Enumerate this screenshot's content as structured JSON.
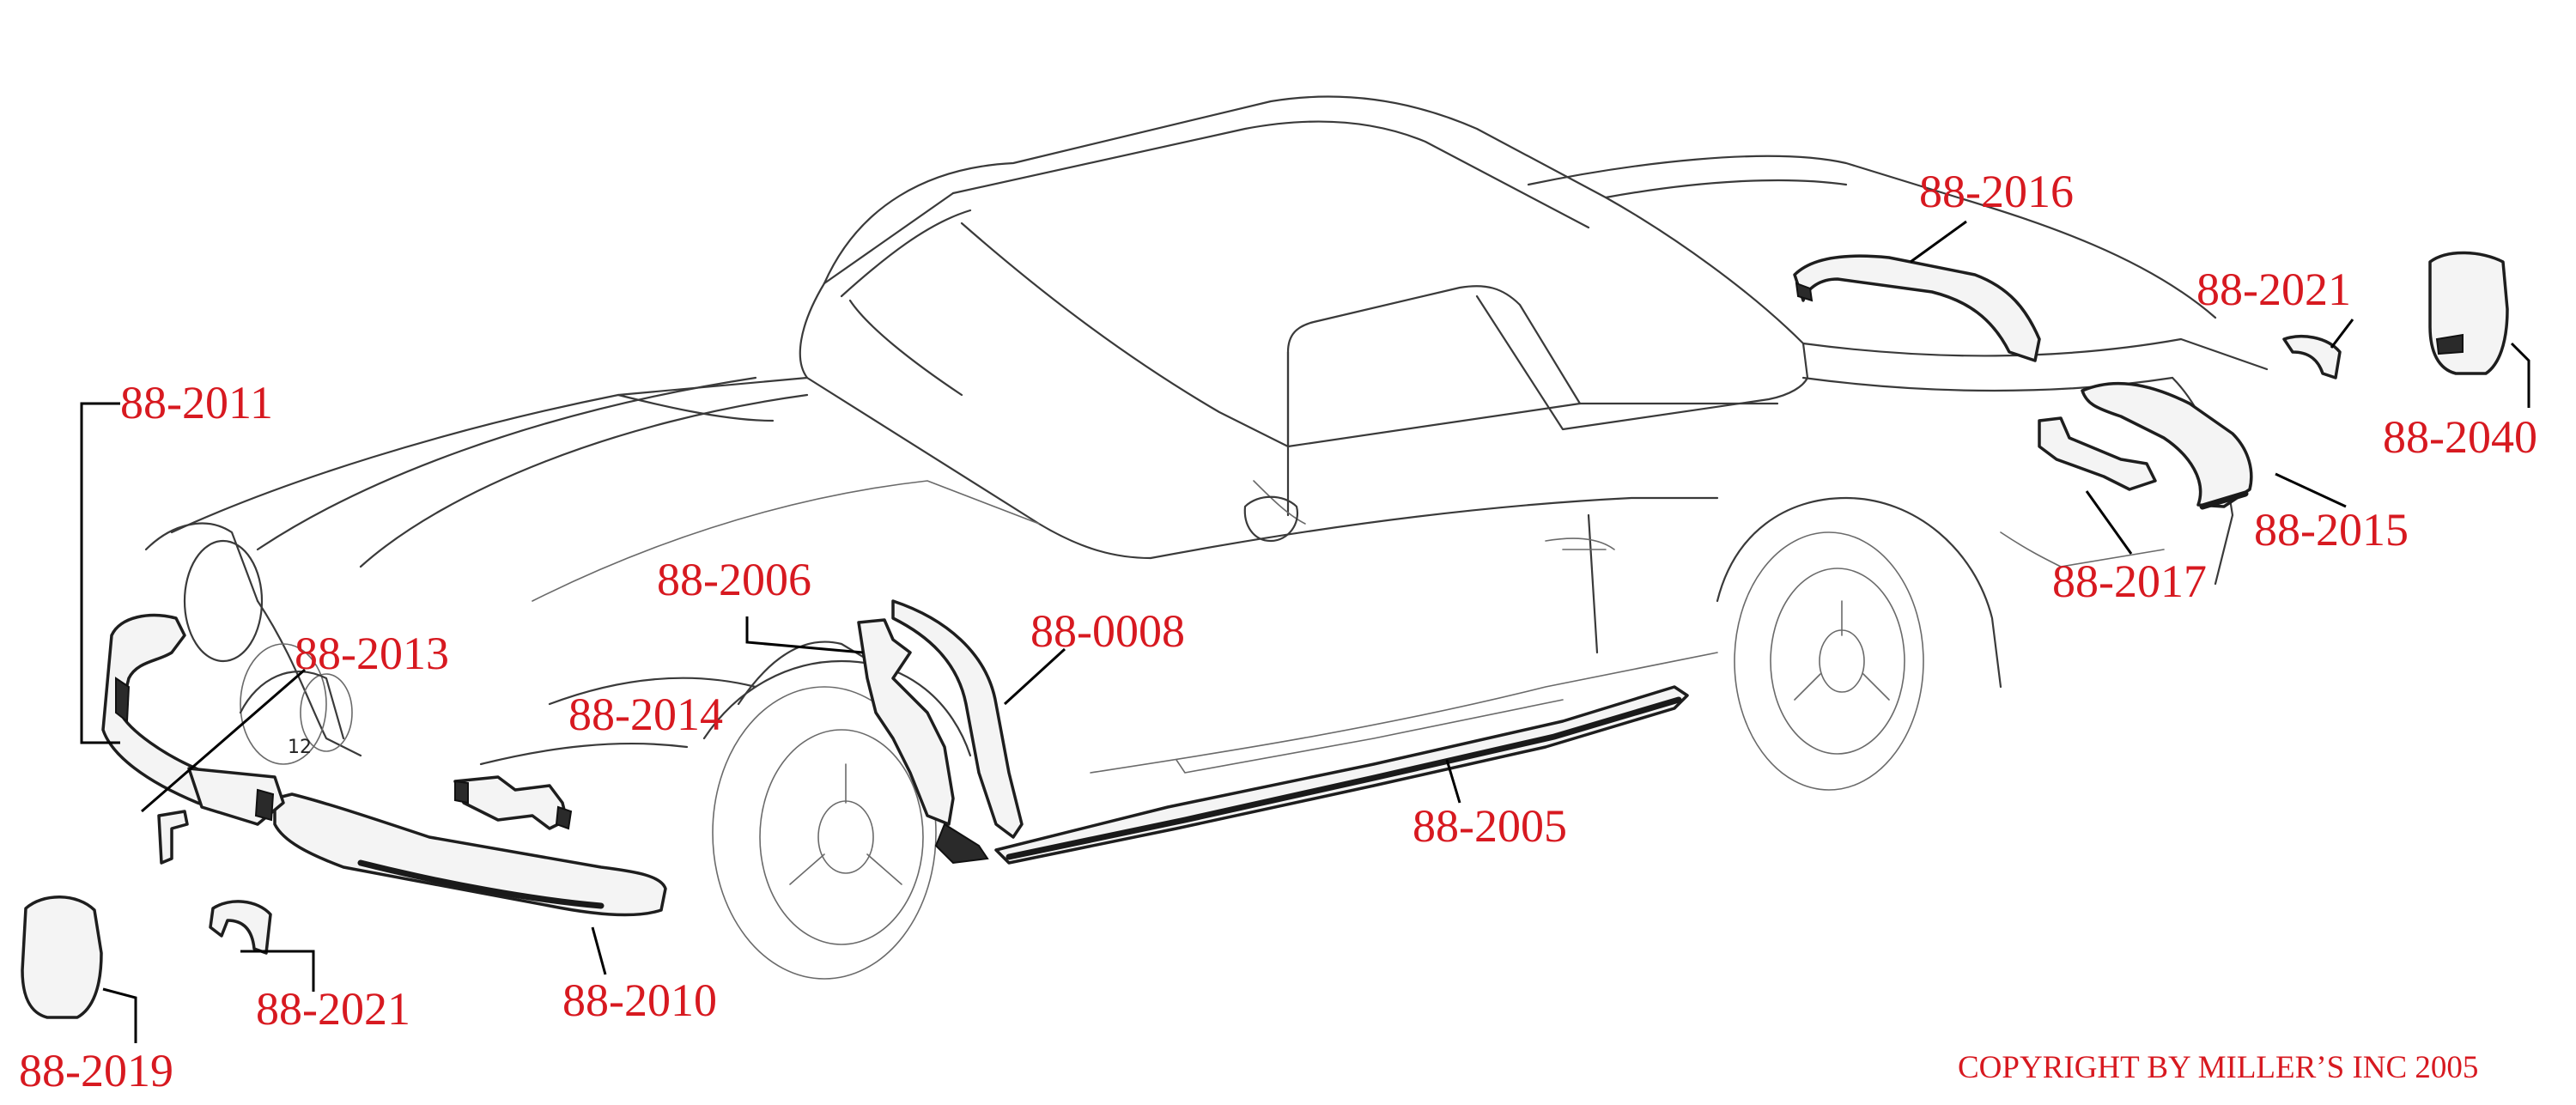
{
  "labels": {
    "p_88_2011": "88-2011",
    "p_88_2016": "88-2016",
    "p_88_2021_rear": "88-2021",
    "p_88_2040": "88-2040",
    "p_88_2015": "88-2015",
    "p_88_2017": "88-2017",
    "p_88_2006": "88-2006",
    "p_88_0008": "88-0008",
    "p_88_2013": "88-2013",
    "p_88_2014": "88-2014",
    "p_88_2005": "88-2005",
    "p_88_2021_front": "88-2021",
    "p_88_2010": "88-2010",
    "p_88_2019": "88-2019"
  },
  "emblem_text": "12",
  "copyright": "COPYRIGHT BY MILLER’S INC 2005",
  "colors": {
    "label": "#d71920",
    "line_art": "#3a3a3a",
    "leader": "#000000"
  }
}
